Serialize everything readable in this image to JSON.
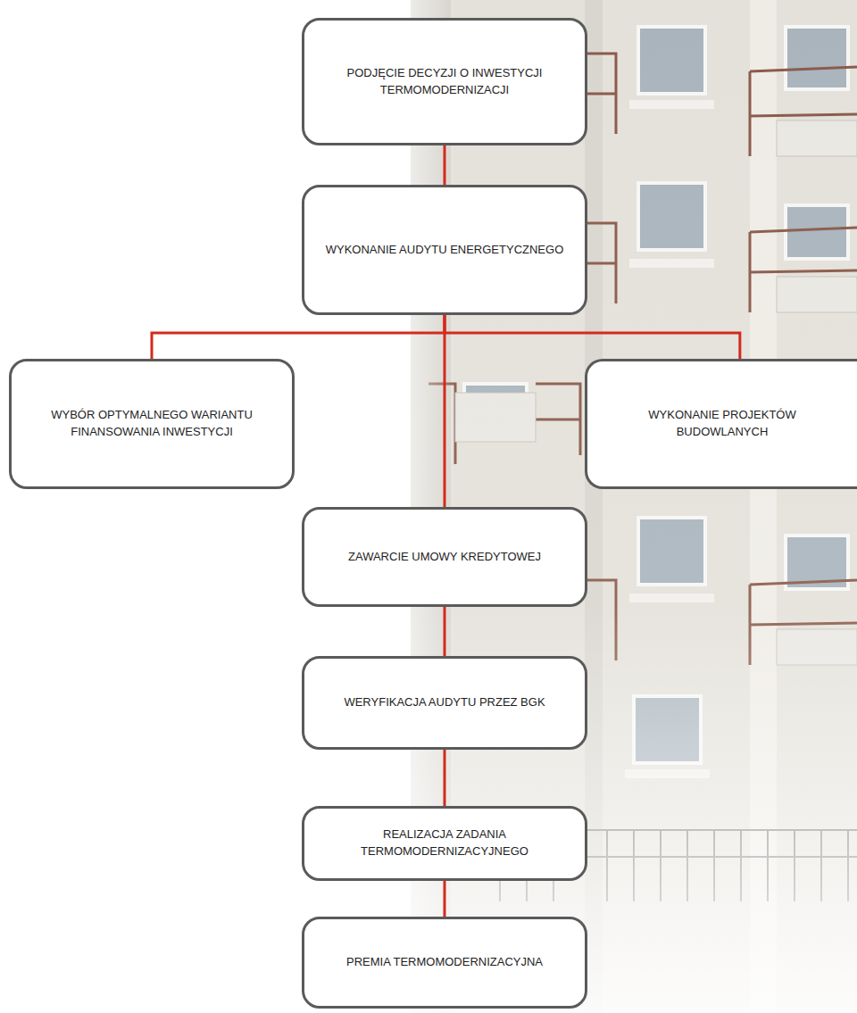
{
  "diagram": {
    "nodes": [
      {
        "text": [
          "PODJĘCIE DECYZJI O INWESTYCJI TERMOMODERNIZACJI"
        ]
      },
      {
        "text": [
          "WYKONANIE AUDYTU ENERGETYCZNEGO"
        ]
      },
      {
        "text": [
          "WYBÓR OPTYMALNEGO WARIANTU FINANSOWANIA INWESTYCJI"
        ]
      },
      {
        "text": [
          "WYKONANIE PROJEKTÓW BUDOWLANYCH"
        ]
      },
      {
        "text": [
          "ZAWARCIE UMOWY KREDYTOWEJ"
        ]
      },
      {
        "text": [
          "WERYFIKACJA AUDYTU PRZEZ BGK"
        ]
      },
      {
        "text": [
          "REALIZACJA ZADANIA TERMOMODERNIZACYJNEGO"
        ]
      },
      {
        "text": [
          "PREMIA TERMOMODERNIZACYJNA"
        ]
      }
    ],
    "edges": [
      {
        "from": 0,
        "to": 1,
        "arrow": "none"
      },
      {
        "from": 1,
        "to": 2,
        "arrow": "none"
      },
      {
        "from": 1,
        "to": 3,
        "arrow": "none"
      },
      {
        "from": 1,
        "to": 4,
        "arrow": "none"
      },
      {
        "from": 4,
        "to": 5,
        "arrow": "none"
      },
      {
        "from": 5,
        "to": 6,
        "arrow": "none"
      },
      {
        "from": 6,
        "to": 7,
        "arrow": "none"
      }
    ]
  }
}
